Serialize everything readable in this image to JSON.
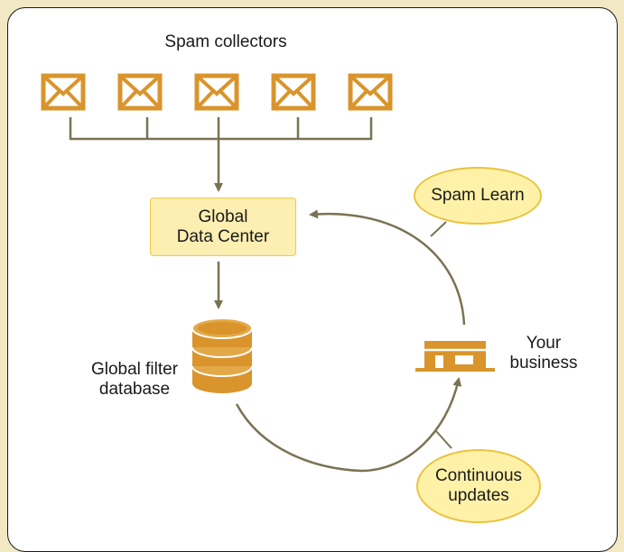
{
  "spam_collectors": {
    "label": "Spam collectors",
    "count": 5
  },
  "data_center": {
    "line1": "Global",
    "line2": "Data Center"
  },
  "filter_db": {
    "line1": "Global filter",
    "line2": "database"
  },
  "business": {
    "line1": "Your",
    "line2": "business"
  },
  "spam_learn": {
    "label": "Spam Learn"
  },
  "updates": {
    "line1": "Continuous",
    "line2": "updates"
  },
  "colors": {
    "icon_orange": "#d9942c",
    "connector": "#7a7252",
    "box_fill": "#fdeeb1",
    "bubble_fill": "#fff2a8",
    "background": "#f2e8c4"
  },
  "icons": [
    "envelope-icon",
    "database-icon",
    "building-icon"
  ]
}
